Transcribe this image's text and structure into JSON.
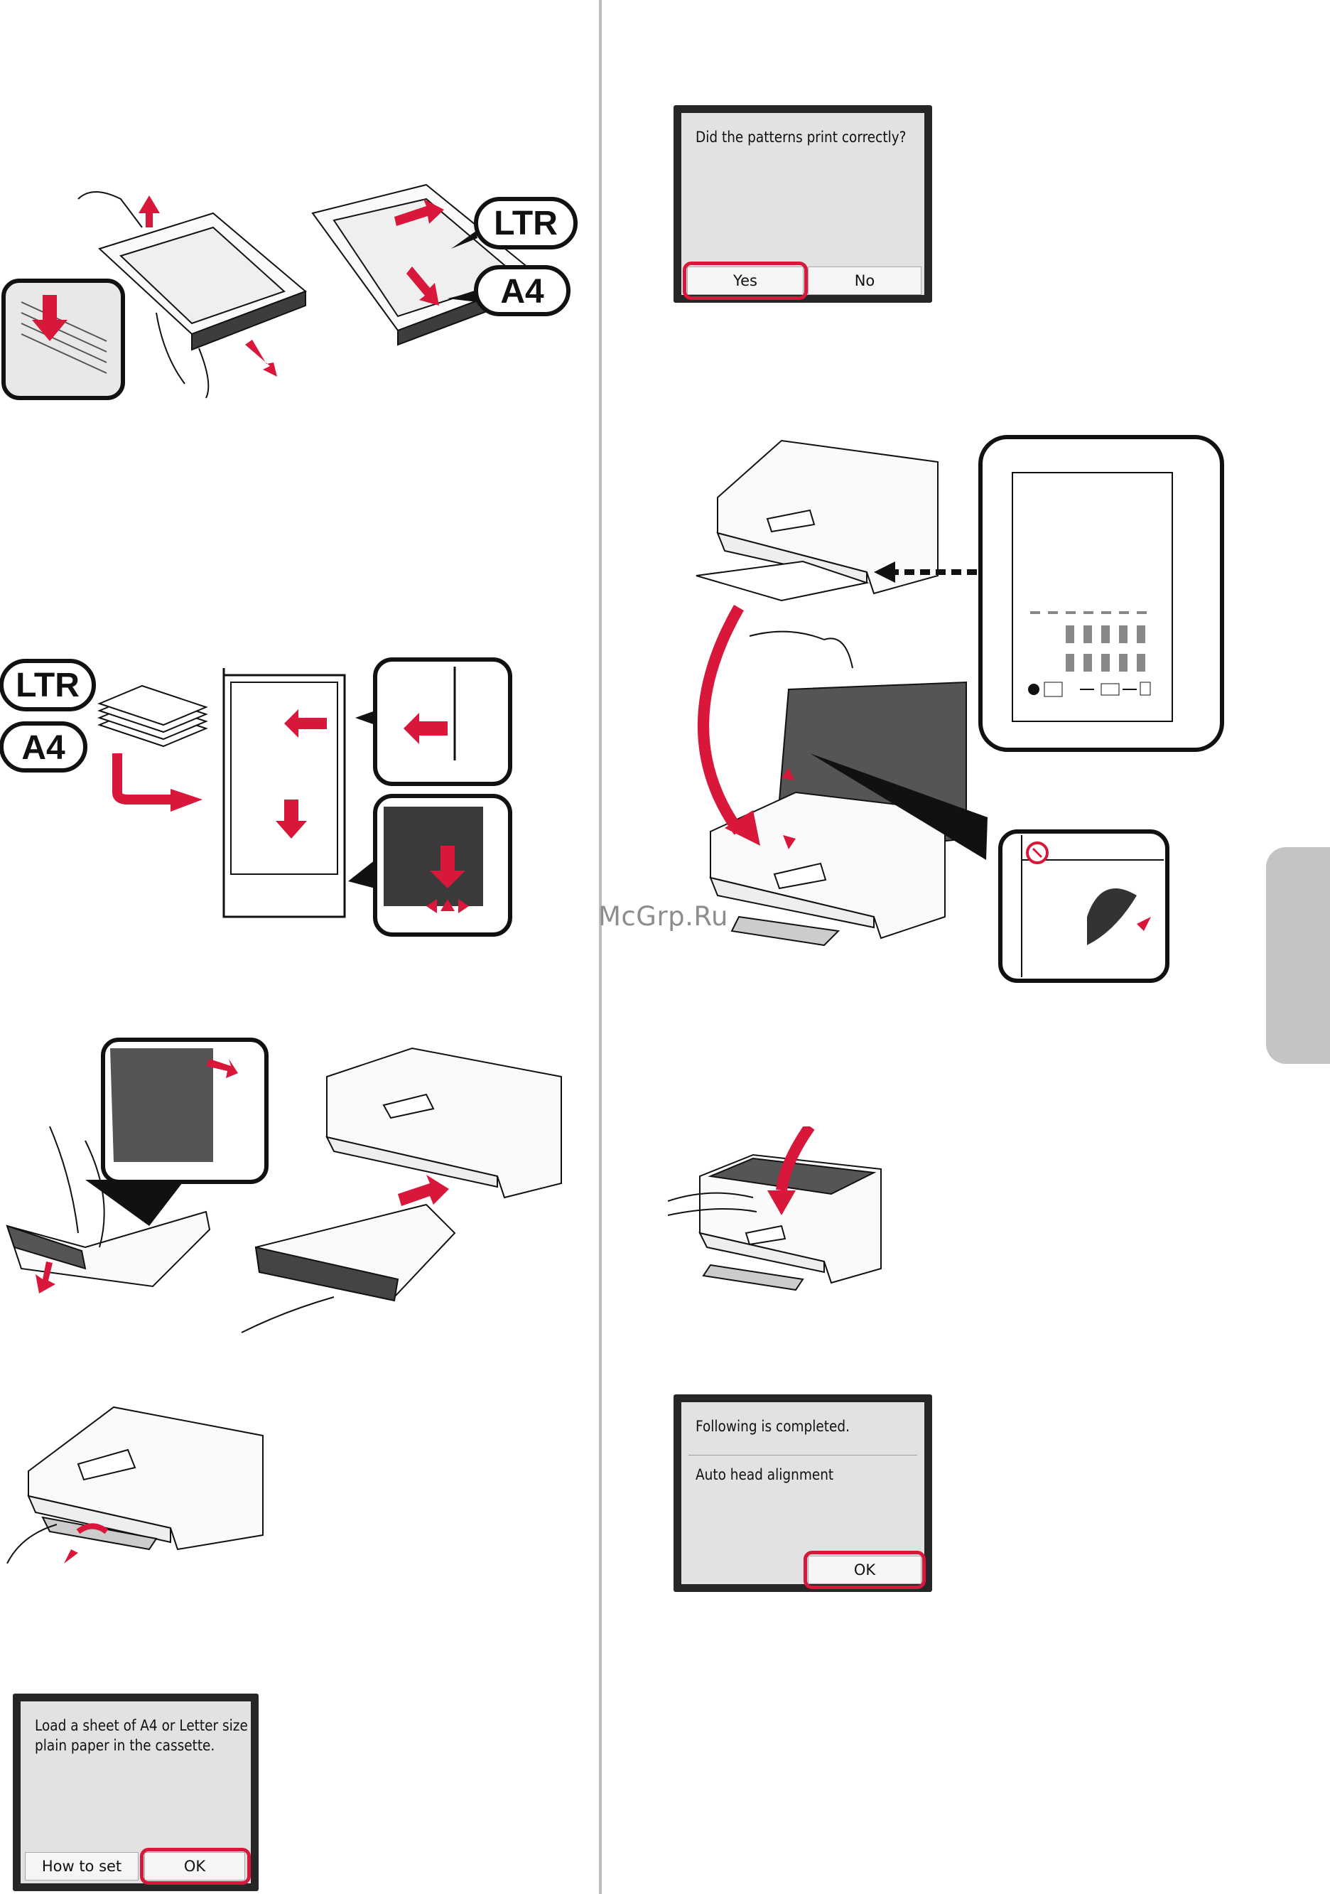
{
  "dialogs": {
    "patterns": {
      "message": "Did the patterns print correctly?",
      "yes_label": "Yes",
      "no_label": "No"
    },
    "load_paper": {
      "message": "Load a sheet of A4 or Letter size plain paper in the cassette.",
      "how_to_set_label": "How to set",
      "ok_label": "OK"
    },
    "completed": {
      "title": "Following is completed.",
      "item": "Auto head alignment",
      "ok_label": "OK"
    }
  },
  "paper_labels": {
    "ltr": "LTR",
    "a4": "A4"
  },
  "watermark": "McGrp.Ru",
  "colors": {
    "accent_red": "#d8173a",
    "dialog_border": "#262626",
    "dialog_bg": "#e2e2e2",
    "side_tab": "#c4c4c4"
  }
}
